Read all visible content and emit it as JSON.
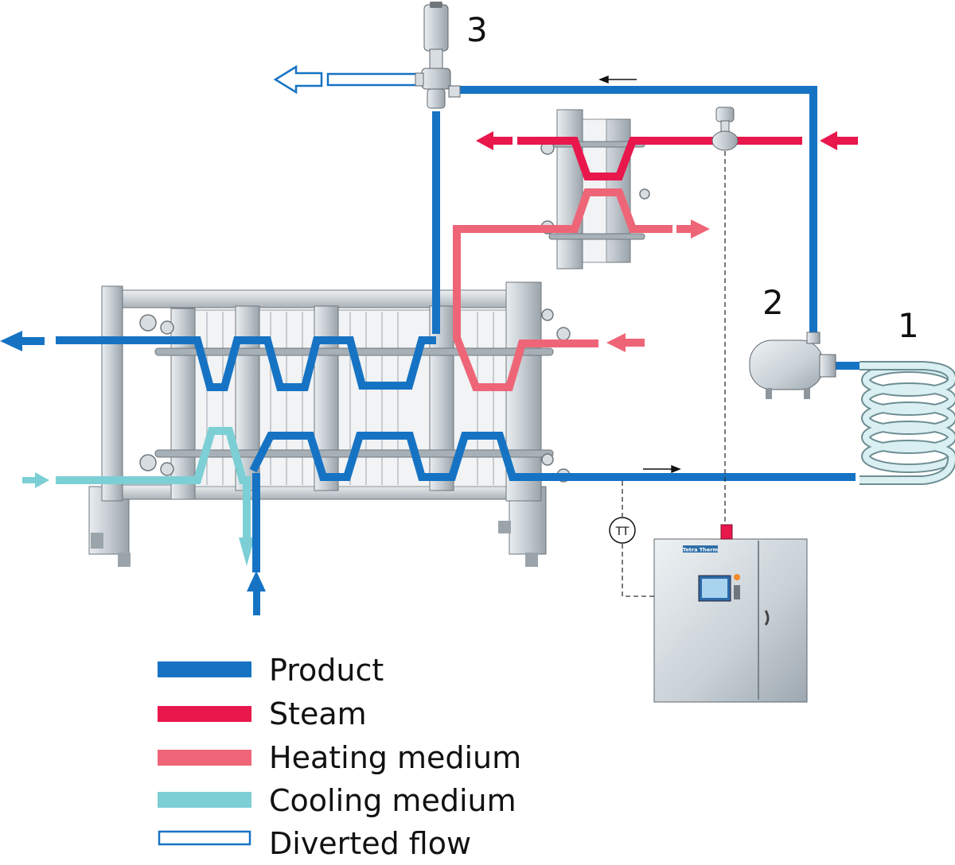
{
  "callouts": {
    "one": "1",
    "two": "2",
    "three": "3"
  },
  "sensor": {
    "tt": "TT"
  },
  "cabinet": {
    "brand": "Tetra Therm"
  },
  "legend": {
    "product": "Product",
    "steam": "Steam",
    "heating": "Heating medium",
    "cooling": "Cooling medium",
    "diverted": "Diverted flow"
  },
  "colors": {
    "product": "#1673c4",
    "steam": "#e8174c",
    "heating": "#ee6577",
    "cooling": "#7ccfd4",
    "diverted": "#1673c4",
    "steel": "#c9cfd4",
    "steel_dark": "#8d969d"
  }
}
